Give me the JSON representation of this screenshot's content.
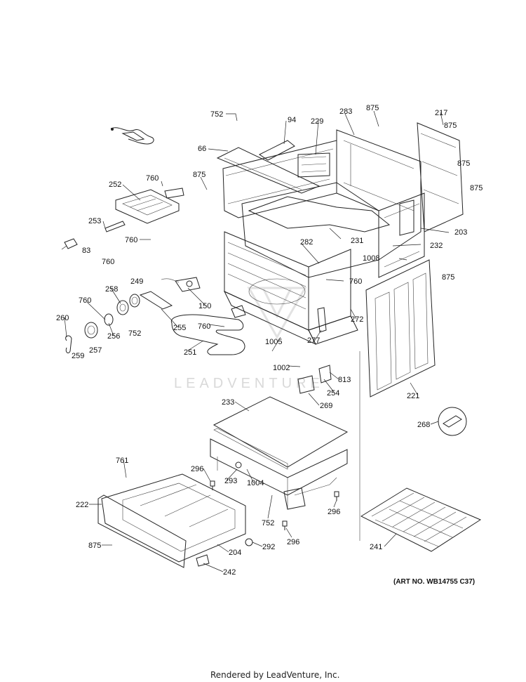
{
  "diagram": {
    "art_number": "(ART NO. WB14755 C37)",
    "footer": "Rendered by LeadVenture, Inc.",
    "watermark": "LEADVENTURE",
    "part_labels": [
      "752",
      "94",
      "229",
      "283",
      "875",
      "217",
      "875",
      "66",
      "875",
      "875",
      "875",
      "760",
      "252",
      "253",
      "83",
      "760",
      "760",
      "231",
      "203",
      "282",
      "232",
      "1008",
      "760",
      "875",
      "249",
      "258",
      "760",
      "150",
      "260",
      "256",
      "255",
      "752",
      "760",
      "272",
      "257",
      "259",
      "251",
      "1005",
      "277",
      "1002",
      "813",
      "254",
      "221",
      "269",
      "233",
      "268",
      "761",
      "296",
      "293",
      "1004",
      "222",
      "752",
      "296",
      "296",
      "875",
      "292",
      "204",
      "242",
      "241"
    ]
  }
}
